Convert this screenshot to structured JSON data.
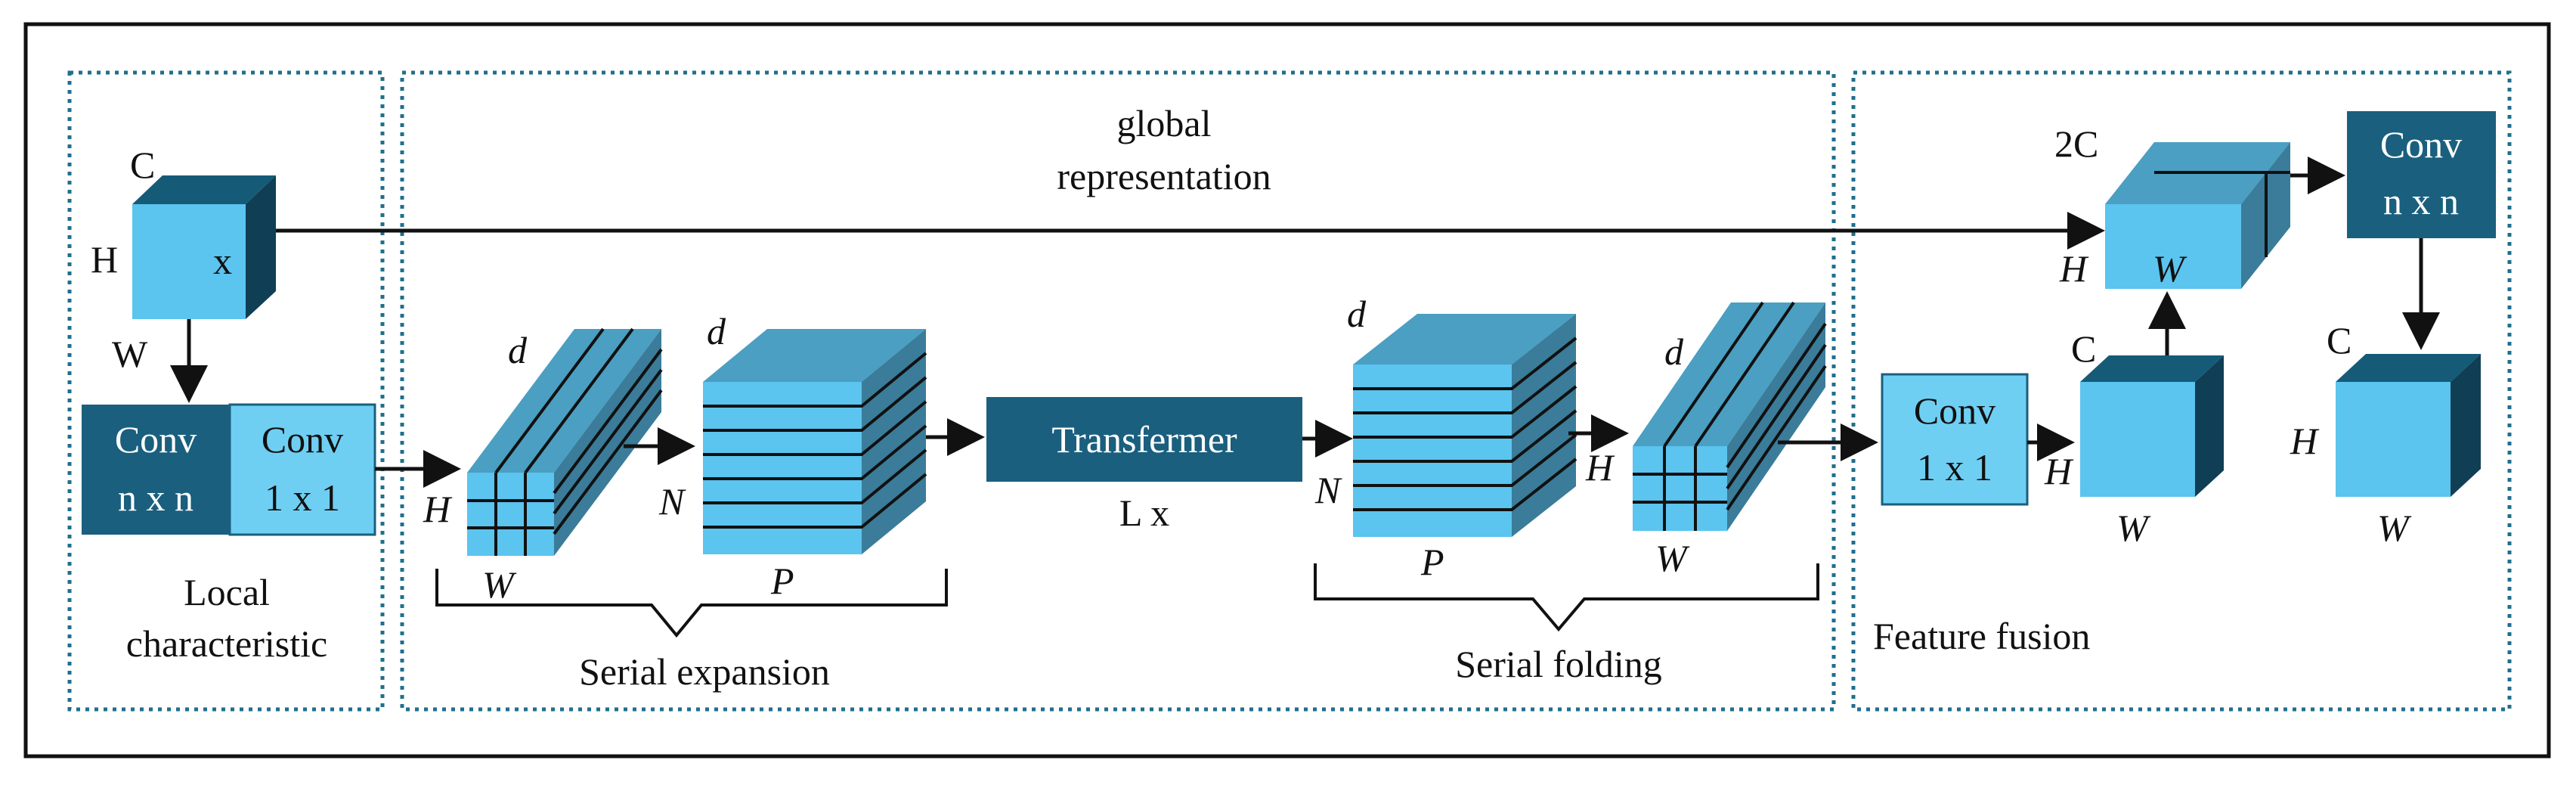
{
  "colors": {
    "cube_front": "#5bc4ef",
    "cube_top": "#4a9fc2",
    "cube_side": "#3a7c99",
    "dark_cube_top": "#155b78",
    "dark_cube_side": "#103f55",
    "dark_block": "#1a5f7e",
    "light_block": "#6fcff2",
    "dash": "#1f6f8e",
    "outline": "#111111"
  },
  "panels": {
    "local": {
      "title_line1": "Local",
      "title_line2": "characteristic",
      "input_cube": {
        "label_c": "C",
        "label_h": "H",
        "label_x": "x",
        "label_w": "W"
      },
      "conv_nxn": {
        "line1": "Conv",
        "line2": "n x n"
      },
      "conv_1x1": {
        "line1": "Conv",
        "line2": "1 x 1"
      }
    },
    "global": {
      "title_line1": "global",
      "title_line2": "representation",
      "expansion": {
        "unfold_block": {
          "label_d": "d",
          "label_h": "H",
          "label_w": "W"
        },
        "stack_block": {
          "label_d": "d",
          "label_n": "N",
          "label_p": "P"
        },
        "caption": "Serial expansion"
      },
      "transformer": {
        "label": "Transfermer",
        "repeat": "L x"
      },
      "folding": {
        "stack_block": {
          "label_d": "d",
          "label_n": "N",
          "label_p": "P"
        },
        "fold_block": {
          "label_d": "d",
          "label_h": "H",
          "label_w": "W"
        },
        "caption": "Serial folding"
      }
    },
    "fusion": {
      "title": "Feature fusion",
      "conv_1x1": {
        "line1": "Conv",
        "line2": "1 x 1"
      },
      "mid_cube": {
        "label_c": "C",
        "label_h": "H",
        "label_w": "W"
      },
      "concat_cube": {
        "label_2c": "2C",
        "label_h": "H",
        "label_w": "W"
      },
      "conv_nxn": {
        "line1": "Conv",
        "line2": "n x n"
      },
      "output_cube": {
        "label_c": "C",
        "label_h": "H",
        "label_w": "W"
      }
    }
  }
}
